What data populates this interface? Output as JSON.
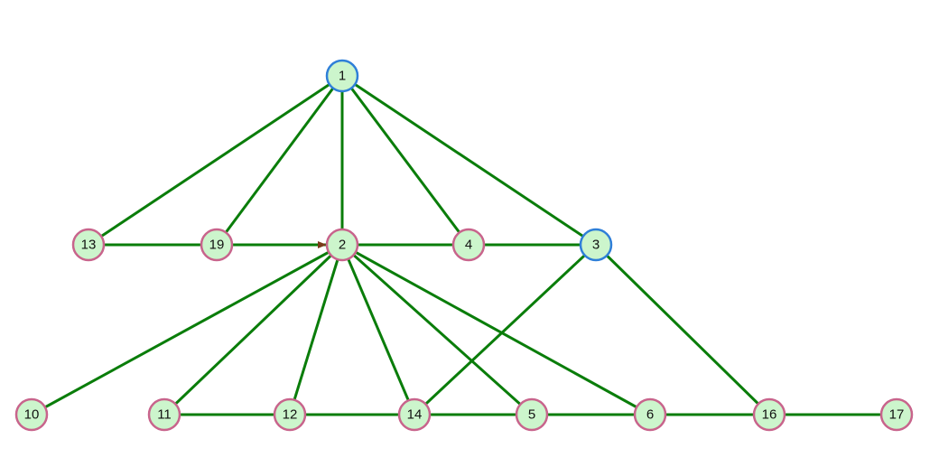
{
  "colors": {
    "edge": "#0a7d0a",
    "node_fill": "#ccf5cc",
    "node_border_default": "#c8648c",
    "node_border_highlight": "#2f7fd8",
    "label": "#111111"
  },
  "graph": {
    "nodes": [
      {
        "id": "1",
        "label": "1",
        "highlight": true
      },
      {
        "id": "2",
        "label": "2",
        "highlight": false
      },
      {
        "id": "3",
        "label": "3",
        "highlight": true
      },
      {
        "id": "4",
        "label": "4",
        "highlight": false
      },
      {
        "id": "5",
        "label": "5",
        "highlight": false
      },
      {
        "id": "6",
        "label": "6",
        "highlight": false
      },
      {
        "id": "10",
        "label": "10",
        "highlight": false
      },
      {
        "id": "11",
        "label": "11",
        "highlight": false
      },
      {
        "id": "12",
        "label": "12",
        "highlight": false
      },
      {
        "id": "13",
        "label": "13",
        "highlight": false
      },
      {
        "id": "14",
        "label": "14",
        "highlight": false
      },
      {
        "id": "16",
        "label": "16",
        "highlight": false
      },
      {
        "id": "17",
        "label": "17",
        "highlight": false
      },
      {
        "id": "19",
        "label": "19",
        "highlight": false
      }
    ],
    "edges": [
      {
        "from": "1",
        "to": "13"
      },
      {
        "from": "1",
        "to": "19"
      },
      {
        "from": "1",
        "to": "2"
      },
      {
        "from": "1",
        "to": "4"
      },
      {
        "from": "1",
        "to": "3"
      },
      {
        "from": "13",
        "to": "19"
      },
      {
        "from": "19",
        "to": "2",
        "directed": true
      },
      {
        "from": "2",
        "to": "4"
      },
      {
        "from": "4",
        "to": "3"
      },
      {
        "from": "2",
        "to": "10"
      },
      {
        "from": "2",
        "to": "11"
      },
      {
        "from": "2",
        "to": "12"
      },
      {
        "from": "2",
        "to": "14"
      },
      {
        "from": "2",
        "to": "5"
      },
      {
        "from": "2",
        "to": "6"
      },
      {
        "from": "3",
        "to": "14"
      },
      {
        "from": "3",
        "to": "16"
      },
      {
        "from": "11",
        "to": "12"
      },
      {
        "from": "12",
        "to": "14"
      },
      {
        "from": "14",
        "to": "5"
      },
      {
        "from": "5",
        "to": "6"
      },
      {
        "from": "6",
        "to": "16"
      },
      {
        "from": "16",
        "to": "17"
      }
    ]
  }
}
